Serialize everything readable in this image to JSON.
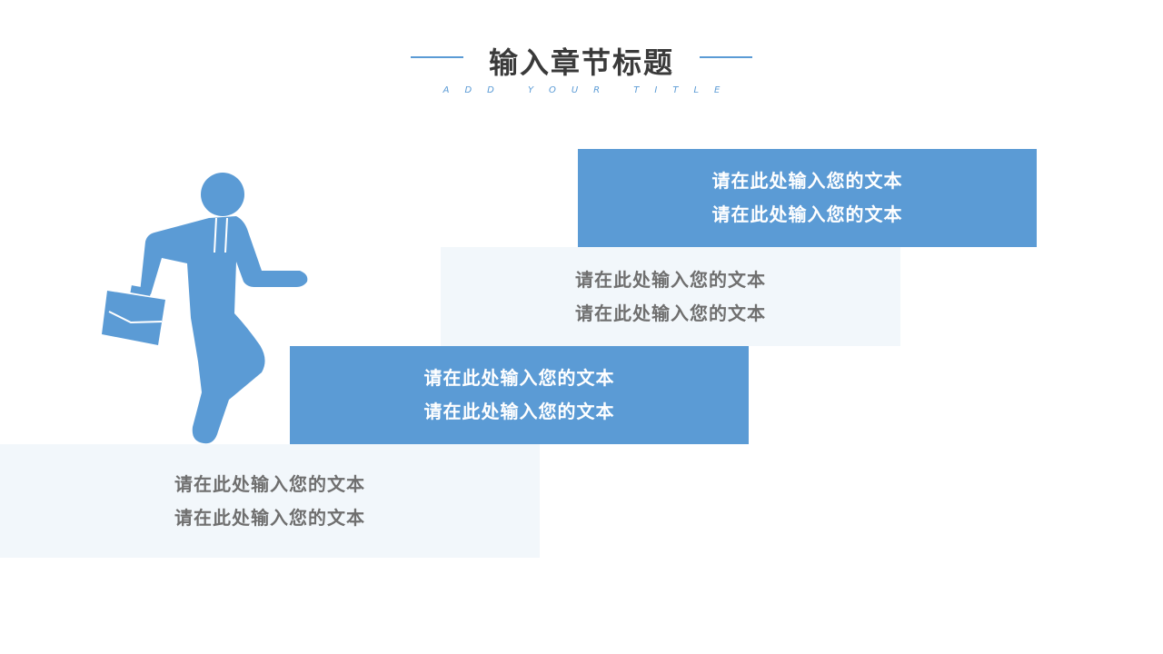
{
  "header": {
    "title": "输入章节标题",
    "subtitle": "ADD YOUR TITLE"
  },
  "steps": [
    {
      "line1": "请在此处输入您的文本",
      "line2": "请在此处输入您的文本",
      "style": "blue"
    },
    {
      "line1": "请在此处输入您的文本",
      "line2": "请在此处输入您的文本",
      "style": "light"
    },
    {
      "line1": "请在此处输入您的文本",
      "line2": "请在此处输入您的文本",
      "style": "blue"
    },
    {
      "line1": "请在此处输入您的文本",
      "line2": "请在此处输入您的文本",
      "style": "light"
    }
  ],
  "illustration": {
    "icon": "businessman-walking-icon",
    "color": "#5b9bd5"
  },
  "colors": {
    "accent": "#5b9bd5",
    "light_panel": "#f2f7fb",
    "title_text": "#3a3a3a",
    "panel_text": "#6f6f6f"
  }
}
